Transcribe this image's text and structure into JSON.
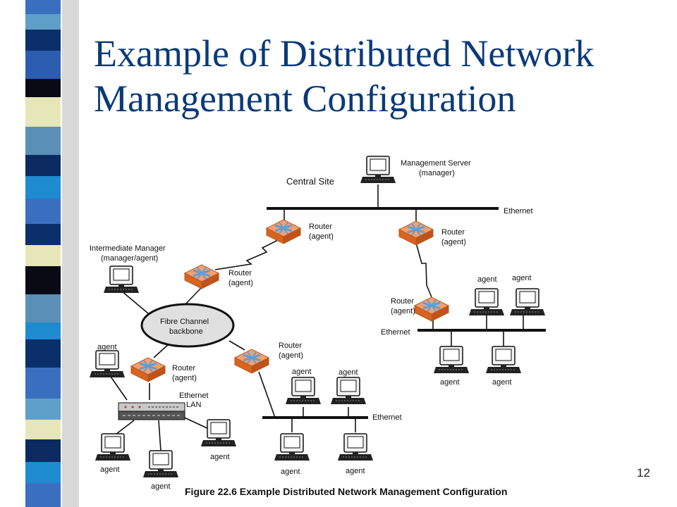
{
  "slide": {
    "title_line1": "Example of Distributed Network",
    "title_line2": "Management Configuration",
    "page_number": "12",
    "title_color": "#0a3a78"
  },
  "diagram": {
    "central_site": "Central Site",
    "management_server_1": "Management Server",
    "management_server_2": "(manager)",
    "ethernet_top": "Ethernet",
    "router_left_1": "Router",
    "router_left_2": "(agent)",
    "router_right_1": "Router",
    "router_right_2": "(agent)",
    "intermediate_manager_1": "Intermediate Manager",
    "intermediate_manager_2": "(manager/agent)",
    "router_fc_1": "Router",
    "router_fc_2": "(agent)",
    "fibre_channel_1": "Fibre Channel",
    "fibre_channel_2": "backbone",
    "router_br_1": "Router",
    "router_br_2": "(agent)",
    "router_rr_1": "Router",
    "router_rr_2": "(agent)",
    "ethernet_right": "Ethernet",
    "agent_label": "agent",
    "router_lan_1": "Router",
    "router_lan_2": "(agent)",
    "ethernet_lan_1": "Ethernet",
    "ethernet_lan_2": "LAN",
    "ethernet_bottom": "Ethernet",
    "caption": "Figure 22.6  Example Distributed Network Management Configuration"
  },
  "colors": {
    "router": "#f08a4b",
    "router_dark": "#c05a20",
    "router_x": "#5aa0d8",
    "backbone": "#e0e0e0"
  },
  "icons": [
    "computer-icon",
    "router-icon",
    "hub-icon"
  ]
}
